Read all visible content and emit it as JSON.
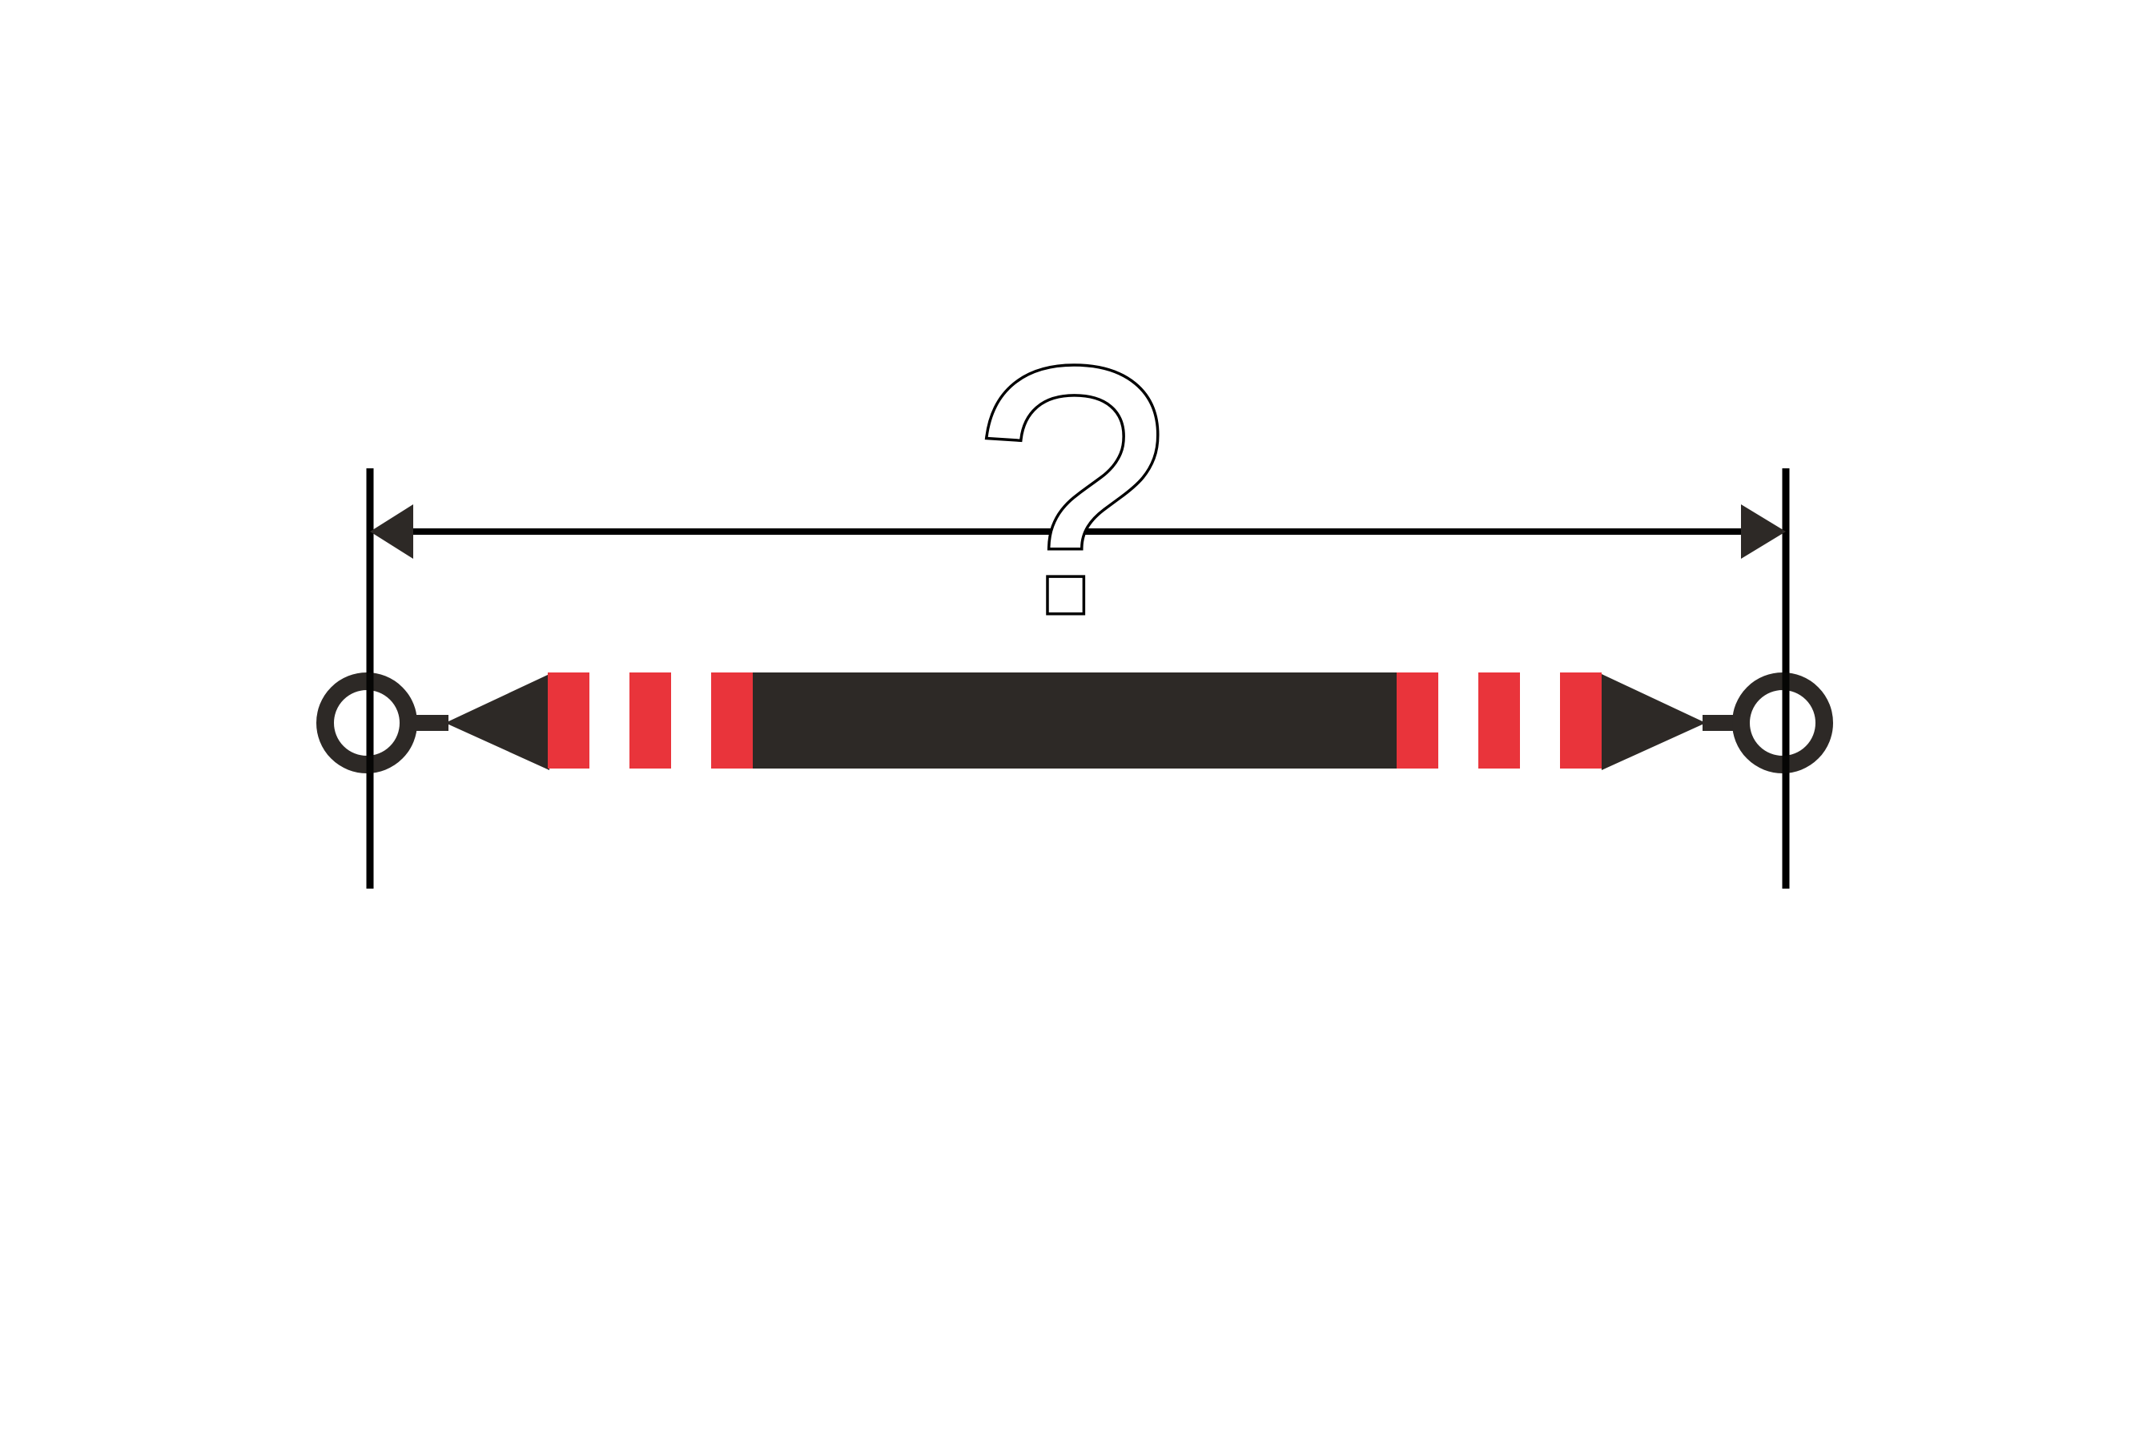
{
  "diagram": {
    "label": "?",
    "colors": {
      "background": "#ffffff",
      "line": "#000000",
      "body": "#2d2926",
      "stripe": "#e9343b"
    },
    "icons": {
      "dimension_arrow": "double-headed-arrow",
      "end_ring": "circle-ring",
      "end_tip": "triangle-cone"
    }
  }
}
